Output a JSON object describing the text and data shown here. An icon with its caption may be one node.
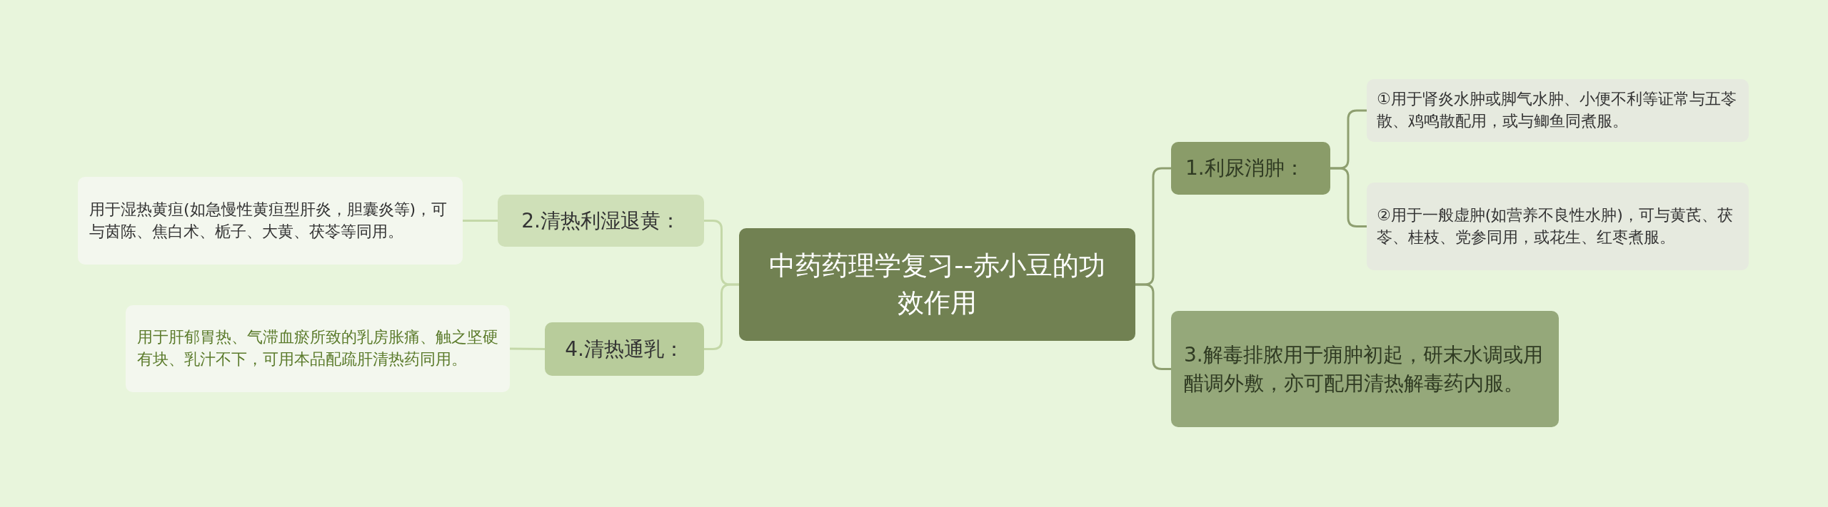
{
  "diagram": {
    "nodes": [
      {
        "text": [
          "中药药理学复习--赤小豆的功效作用"
        ]
      },
      {
        "text": [
          "1.利尿消肿："
        ]
      },
      {
        "text": [
          "①用于肾炎水肿或脚气水肿、小便不利等证常与五苓散、鸡鸣散配用，或与鲫鱼同煮服。"
        ]
      },
      {
        "text": [
          "②用于一般虚肿(如营养不良性水肿)，可与黄芪、茯苓、桂枝、党参同用，或花生、红枣煮服。"
        ]
      },
      {
        "text": [
          "3.解毒排脓用于痈肿初起，研末水调或用醋调外敷，亦可配用清热解毒药内服。"
        ]
      },
      {
        "text": [
          "2.清热利湿退黄："
        ]
      },
      {
        "text": [
          "用于湿热黄疸(如急慢性黄疸型肝炎，胆囊炎等)，可与茵陈、焦白术、栀子、大黄、茯苓等同用。"
        ]
      },
      {
        "text": [
          "4.清热通乳："
        ]
      },
      {
        "text": [
          "用于肝郁胃热、气滞血瘀所致的乳房胀痛、触之坚硬有块、乳汁不下，可用本品配疏肝清热药同用。"
        ]
      }
    ],
    "edges": [
      {
        "from": 0,
        "to": 1,
        "arrow": "none"
      },
      {
        "from": 1,
        "to": 2,
        "arrow": "none"
      },
      {
        "from": 1,
        "to": 3,
        "arrow": "none"
      },
      {
        "from": 0,
        "to": 4,
        "arrow": "none"
      },
      {
        "from": 0,
        "to": 5,
        "arrow": "none",
        "color": "#c4d8a8"
      },
      {
        "from": 5,
        "to": 6,
        "arrow": "none",
        "color": "#c4d8a8"
      },
      {
        "from": 0,
        "to": 7,
        "arrow": "none",
        "color": "#c4d8a8"
      },
      {
        "from": 7,
        "to": 8,
        "arrow": "none",
        "color": "#c4d8a8"
      }
    ]
  }
}
